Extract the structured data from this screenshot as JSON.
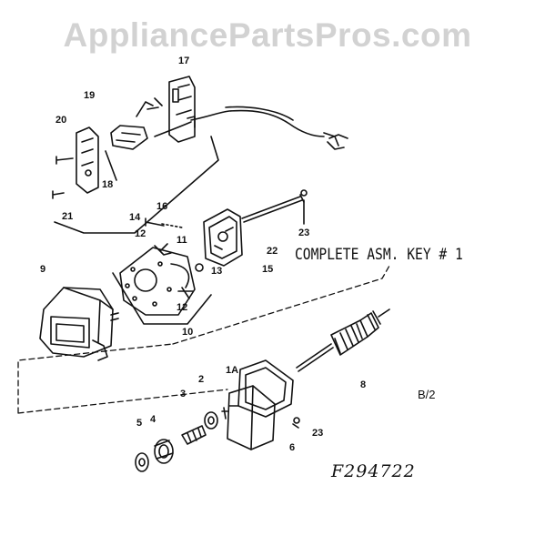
{
  "watermark": "AppliancePartsPros.com",
  "note": "COMPLETE ASM. KEY # 1",
  "figure_code": "F294722",
  "page_ref": "B/2",
  "callouts": [
    "17",
    "19",
    "20",
    "18",
    "16",
    "21",
    "14",
    "12",
    "11",
    "23",
    "22",
    "13",
    "15",
    "9",
    "12",
    "10",
    "1A",
    "2",
    "3",
    "4",
    "5",
    "8",
    "23",
    "6"
  ]
}
